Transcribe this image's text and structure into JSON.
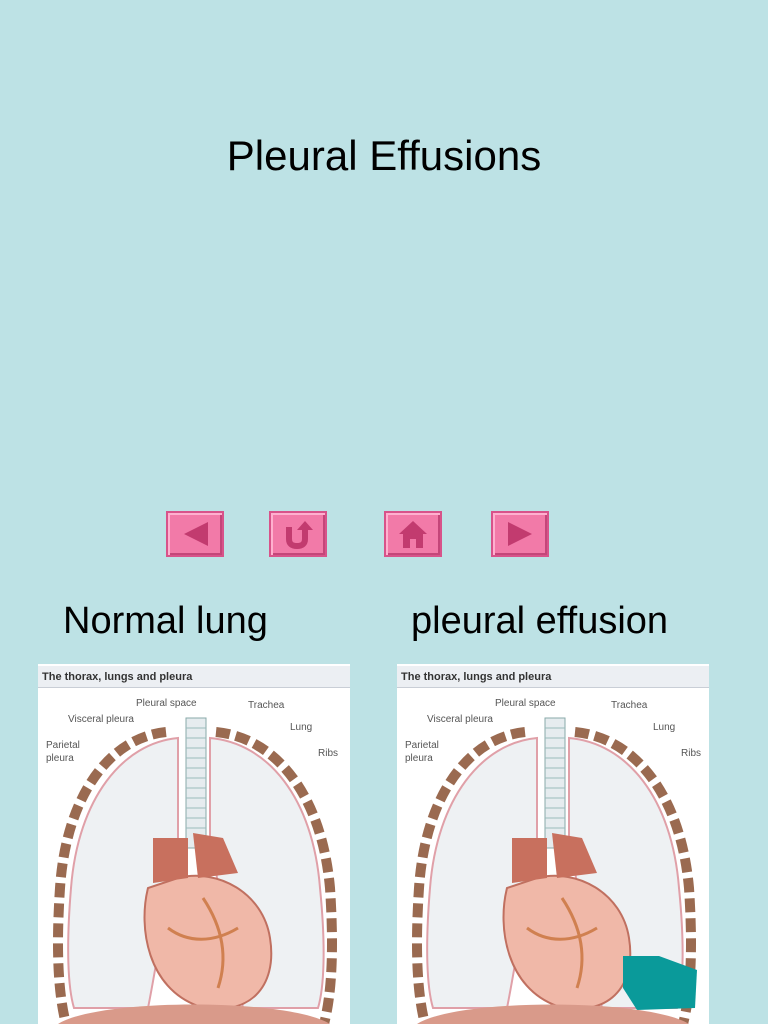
{
  "slide": {
    "title": "Pleural Effusions"
  },
  "nav": {
    "prev_icon": "left-triangle-icon",
    "return_icon": "u-turn-arrow-icon",
    "home_icon": "house-icon",
    "next_icon": "right-triangle-icon",
    "button_color": "#f27aa8",
    "icon_color": "#c23b6f"
  },
  "left_panel": {
    "caption": "Normal lung",
    "header": "The thorax, lungs and pleura",
    "labels": {
      "pleural_space": "Pleural space",
      "trachea": "Trachea",
      "visceral_pleura": "Visceral pleura",
      "lung": "Lung",
      "parietal_pleura_1": "Parietal",
      "parietal_pleura_2": "pleura",
      "ribs": "Ribs"
    }
  },
  "right_panel": {
    "caption": "pleural effusion",
    "header": "The thorax, lungs and pleura",
    "labels": {
      "pleural_space": "Pleural space",
      "trachea": "Trachea",
      "visceral_pleura": "Visceral pleura",
      "lung": "Lung",
      "parietal_pleura_1": "Parietal",
      "parietal_pleura_2": "pleura",
      "ribs": "Ribs"
    },
    "effusion_color": "#0a9a9a"
  }
}
